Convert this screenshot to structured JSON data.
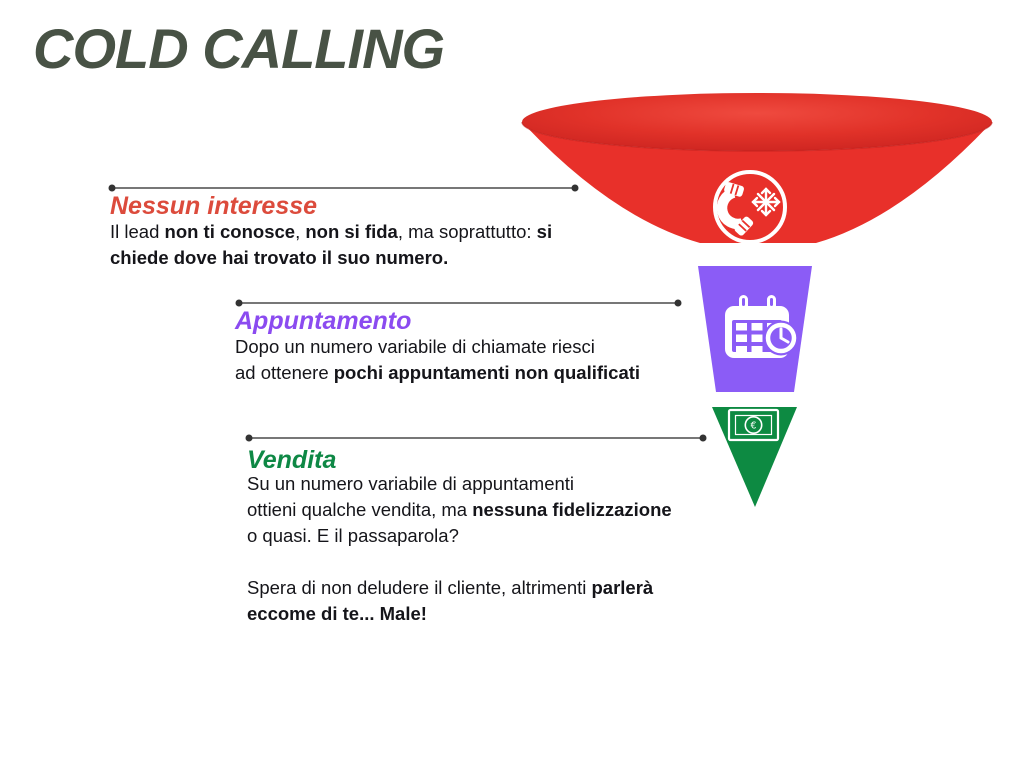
{
  "title": {
    "text": "COLD CALLING",
    "color": "#485245"
  },
  "funnel": {
    "stages": [
      {
        "name": "nessun-interesse",
        "color": "#E8302A",
        "icon": "phone-snowflake-icon"
      },
      {
        "name": "appuntamento",
        "color": "#8B5CF6",
        "icon": "calendar-clock-icon"
      },
      {
        "name": "vendita",
        "color": "#0D8A42",
        "icon": "banknote-euro-icon"
      }
    ]
  },
  "connectors": {
    "line_color": "#4A4A4A",
    "dot_color": "#333333"
  },
  "sections": [
    {
      "heading": "Nessun interesse",
      "heading_color": "#DC4B3C",
      "body": [
        {
          "t": "Il lead ",
          "b": false
        },
        {
          "t": "non ti conosce",
          "b": true
        },
        {
          "t": ", ",
          "b": false
        },
        {
          "t": "non si fida",
          "b": true
        },
        {
          "t": ", ma soprattutto: ",
          "b": false
        },
        {
          "t": "si\nchiede dove hai trovato il suo numero.",
          "b": true
        }
      ]
    },
    {
      "heading": "Appuntamento",
      "heading_color": "#8B4BF0",
      "body": [
        {
          "t": "Dopo un numero variabile di chiamate riesci\nad ottenere ",
          "b": false
        },
        {
          "t": "pochi appuntamenti non qualificati",
          "b": true
        }
      ]
    },
    {
      "heading": "Vendita",
      "heading_color": "#0E8845",
      "body": [
        {
          "t": "Su un numero variabile di appuntamenti\nottieni qualche vendita, ma ",
          "b": false
        },
        {
          "t": "nessuna fidelizzazione",
          "b": true
        },
        {
          "t": "\no quasi. E il passaparola?\n\nSpera di non deludere il cliente, altrimenti ",
          "b": false
        },
        {
          "t": "parlerà\neccome di te... Male!",
          "b": true
        }
      ]
    }
  ]
}
